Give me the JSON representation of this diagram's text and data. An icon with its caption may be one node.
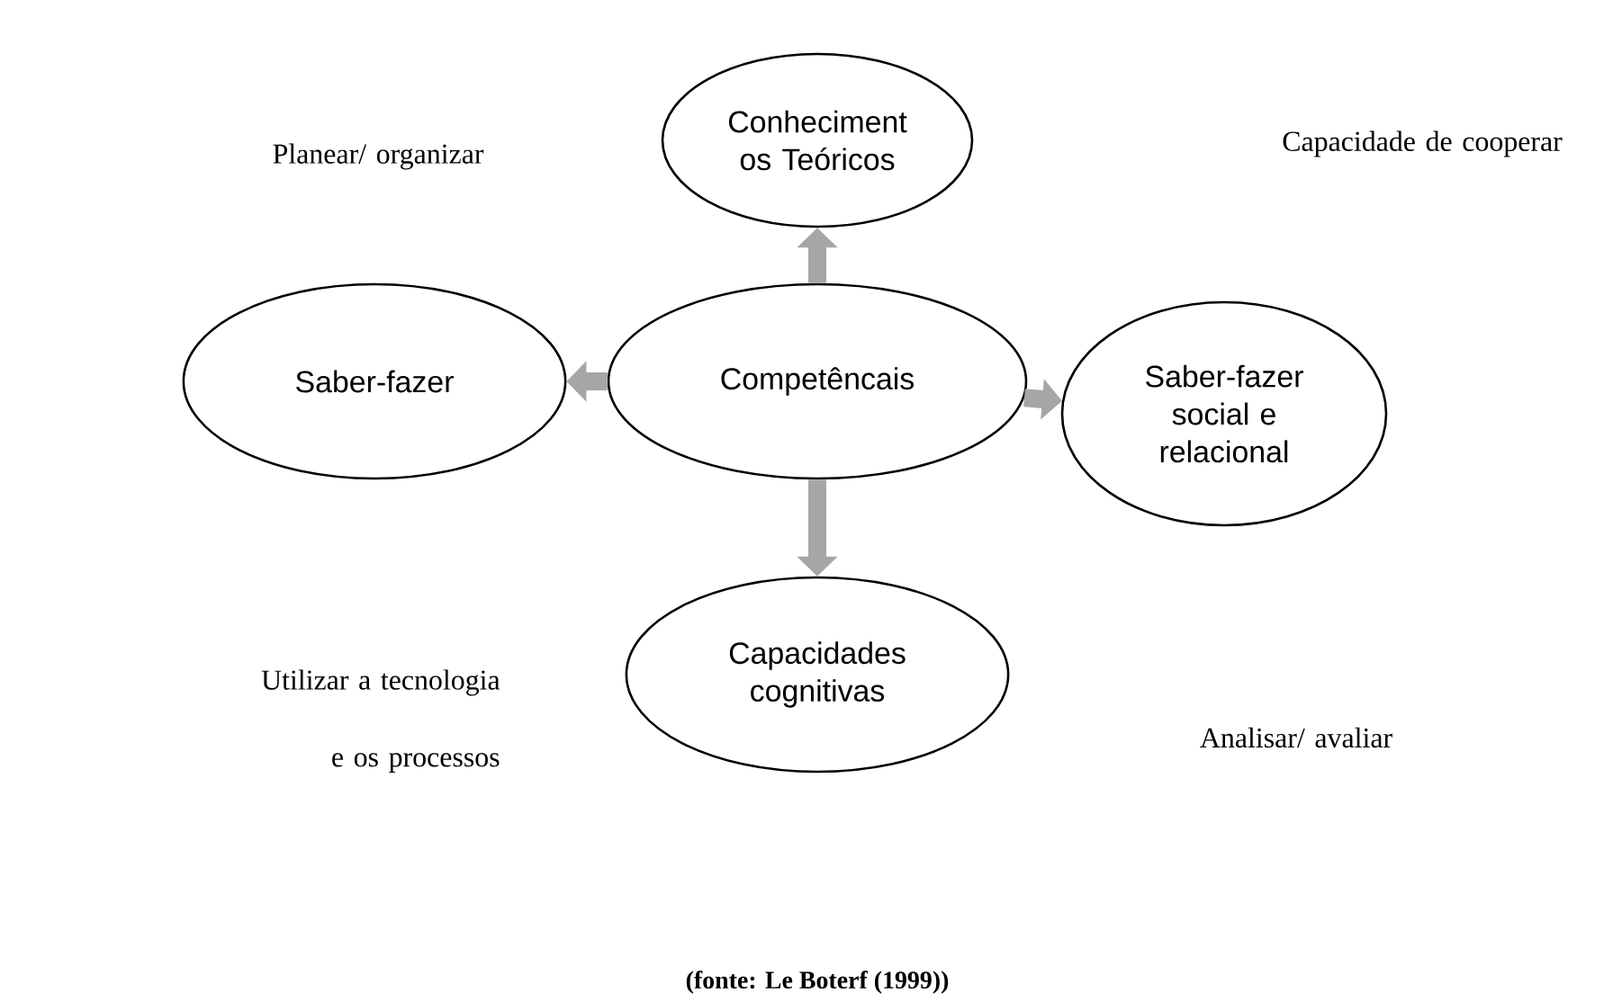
{
  "diagram": {
    "caption": "(fonte: Le Boterf (1999))",
    "nodes": [
      {
        "text": [
          "Conheciment os Teóricos"
        ]
      },
      {
        "text": [
          "Competêncais"
        ]
      },
      {
        "text": [
          "Saber-fazer"
        ]
      },
      {
        "text": [
          "Saber-fazer social e relacional"
        ]
      },
      {
        "text": [
          "Capacidades cognitivas"
        ]
      }
    ],
    "edges": [
      {
        "from": 1,
        "to": 0,
        "arrow": "to"
      },
      {
        "from": 1,
        "to": 2,
        "arrow": "to"
      },
      {
        "from": 1,
        "to": 3,
        "arrow": "to"
      },
      {
        "from": 1,
        "to": 4,
        "arrow": "to"
      }
    ],
    "labels": [
      "Planear/ organizar",
      "Capacidade de cooperar",
      "Utilizar a tecnologia e os processos",
      "Analisar/ avaliar"
    ]
  }
}
